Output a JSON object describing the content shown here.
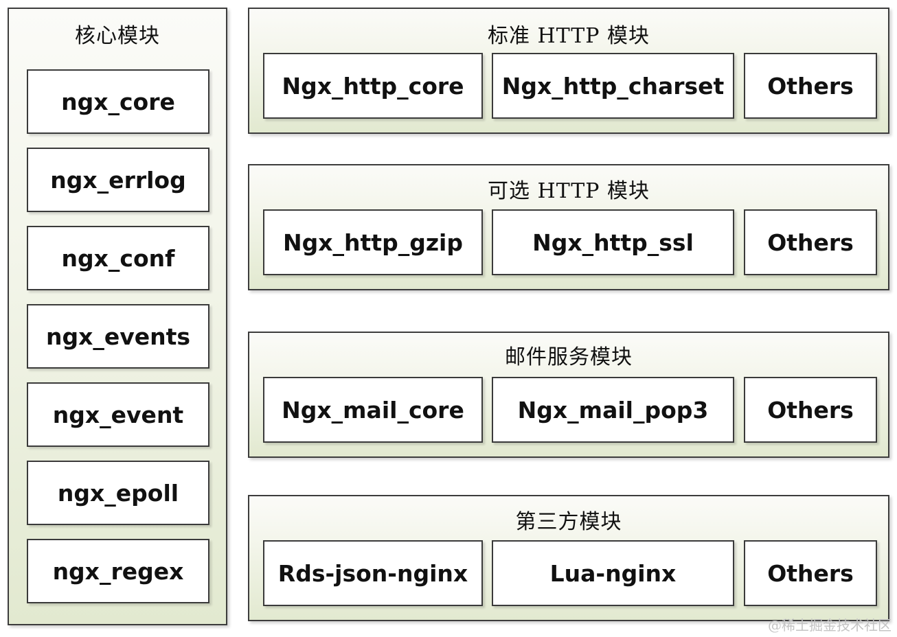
{
  "core_panel": {
    "title": "核心模块",
    "modules": [
      "ngx_core",
      "ngx_errlog",
      "ngx_conf",
      "ngx_events",
      "ngx_event",
      "ngx_epoll",
      "ngx_regex"
    ]
  },
  "module_groups": [
    {
      "title": "标准 HTTP 模块",
      "modules": [
        "Ngx_http_core",
        "Ngx_http_charset",
        "Others"
      ]
    },
    {
      "title": "可选 HTTP 模块",
      "modules": [
        "Ngx_http_gzip",
        "Ngx_http_ssl",
        "Others"
      ]
    },
    {
      "title": "邮件服务模块",
      "modules": [
        "Ngx_mail_core",
        "Ngx_mail_pop3",
        "Others"
      ]
    },
    {
      "title": "第三方模块",
      "modules": [
        "Rds-json-nginx",
        "Lua-nginx",
        "Others"
      ]
    }
  ],
  "watermark": "@稀土掘金技术社区",
  "colors": {
    "panel_top": "#fbfbf8",
    "panel_bottom": "#e2e9d0",
    "border": "#3c3c3c",
    "box_fill": "#ffffff"
  }
}
